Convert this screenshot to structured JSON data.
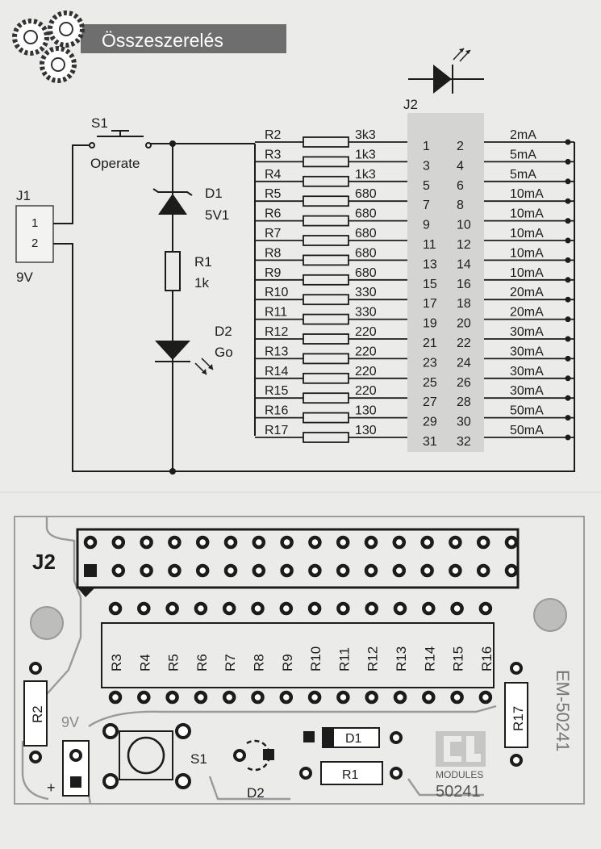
{
  "header": {
    "title": "Összeszerelés",
    "banner_color": "#6e6e6e"
  },
  "schematic": {
    "switch": {
      "ref": "S1",
      "label": "Operate"
    },
    "connector_j1": {
      "ref": "J1",
      "pins": [
        "1",
        "2"
      ],
      "voltage": "9V"
    },
    "zener": {
      "ref": "D1",
      "value": "5V1"
    },
    "resistor_r1": {
      "ref": "R1",
      "value": "1k"
    },
    "led": {
      "ref": "D2",
      "label": "Go"
    },
    "header_ref": "J2",
    "resistors": [
      {
        "ref": "R2",
        "value": "3k3"
      },
      {
        "ref": "R3",
        "value": "1k3"
      },
      {
        "ref": "R4",
        "value": "1k3"
      },
      {
        "ref": "R5",
        "value": "680"
      },
      {
        "ref": "R6",
        "value": "680"
      },
      {
        "ref": "R7",
        "value": "680"
      },
      {
        "ref": "R8",
        "value": "680"
      },
      {
        "ref": "R9",
        "value": "680"
      },
      {
        "ref": "R10",
        "value": "330"
      },
      {
        "ref": "R11",
        "value": "330"
      },
      {
        "ref": "R12",
        "value": "220"
      },
      {
        "ref": "R13",
        "value": "220"
      },
      {
        "ref": "R14",
        "value": "220"
      },
      {
        "ref": "R15",
        "value": "220"
      },
      {
        "ref": "R16",
        "value": "130"
      },
      {
        "ref": "R17",
        "value": "130"
      }
    ],
    "pins_odd": [
      "1",
      "3",
      "5",
      "7",
      "9",
      "11",
      "13",
      "15",
      "17",
      "19",
      "21",
      "23",
      "25",
      "27",
      "29",
      "31"
    ],
    "pins_even": [
      "2",
      "4",
      "6",
      "8",
      "10",
      "12",
      "14",
      "16",
      "18",
      "20",
      "22",
      "24",
      "26",
      "28",
      "30",
      "32"
    ],
    "currents": [
      "2mA",
      "5mA",
      "5mA",
      "10mA",
      "10mA",
      "10mA",
      "10mA",
      "10mA",
      "20mA",
      "20mA",
      "30mA",
      "30mA",
      "30mA",
      "30mA",
      "50mA",
      "50mA"
    ]
  },
  "pcb": {
    "header_ref": "J2",
    "resistor_refs": [
      "R3",
      "R4",
      "R5",
      "R6",
      "R7",
      "R8",
      "R9",
      "R10",
      "R11",
      "R12",
      "R13",
      "R14",
      "R15",
      "R16"
    ],
    "r2": "R2",
    "r17": "R17",
    "battery": "9V",
    "plus_sign": "+",
    "switch": "S1",
    "led": "D2",
    "zener": "D1",
    "r1": "R1",
    "side_code": "EM-50241",
    "logo_text": "MODULES",
    "module_number": "50241"
  }
}
